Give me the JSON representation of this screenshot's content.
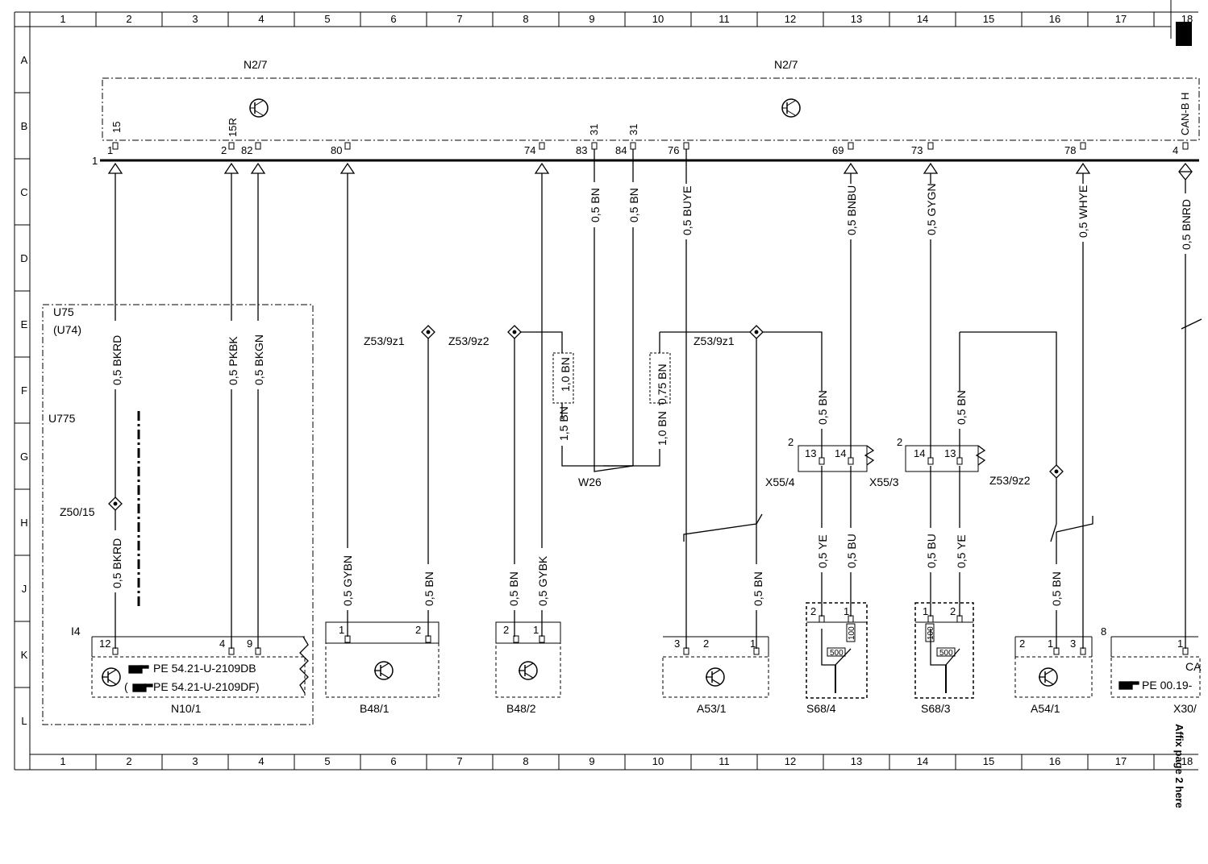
{
  "diagram": {
    "columns": [
      "1",
      "2",
      "3",
      "4",
      "5",
      "6",
      "7",
      "8",
      "9",
      "10",
      "11",
      "12",
      "13",
      "14",
      "15",
      "16",
      "17",
      "18"
    ],
    "rows": [
      "A",
      "B",
      "C",
      "D",
      "E",
      "F",
      "G",
      "H",
      "J",
      "K",
      "L"
    ],
    "control_unit": {
      "label_left": "N2/7",
      "label_right": "N2/7",
      "bus_start_pin": "1"
    },
    "top_pins": [
      {
        "num": "1",
        "name": "15"
      },
      {
        "num": "2",
        "name": "15R"
      },
      {
        "num": "82",
        "name": ""
      },
      {
        "num": "80",
        "name": ""
      },
      {
        "num": "74",
        "name": ""
      },
      {
        "num": "83",
        "name": "31"
      },
      {
        "num": "84",
        "name": "31"
      },
      {
        "num": "76",
        "name": ""
      },
      {
        "num": "69",
        "name": ""
      },
      {
        "num": "73",
        "name": ""
      },
      {
        "num": "78",
        "name": ""
      },
      {
        "num": "4",
        "name": "CAN-B H"
      }
    ],
    "wires": [
      "0,5 BKRD",
      "0,5 PKBK",
      "0,5 BKGN",
      "0,5 GYBN",
      "0,5 BN",
      "0,5 GYBK",
      "0,5 BN",
      "0,5 BN",
      "0,5 BUYE",
      "0,5 BNBU",
      "0,5 GYGN",
      "0,5 WHYE",
      "0,5 BNRD",
      "0,5 BKRD",
      "1,5 BN",
      "1,0 BN",
      "0,75 BN",
      "1,0 BN",
      "0,5 BN",
      "0,5 BN",
      "0,5 BN",
      "0,5 BN",
      "0,5 BN",
      "0,5 YE",
      "0,5 BU",
      "0,5 BU",
      "0,5 YE",
      "0,5 BN"
    ],
    "nodes": {
      "u75": "U75",
      "u74": "(U74)",
      "u775": "U775",
      "z50_15": "Z50/15",
      "z53_9z1_a": "Z53/9z1",
      "z53_9z2_a": "Z53/9z2",
      "z53_9z1_b": "Z53/9z1",
      "z53_9z2_b": "Z53/9z2",
      "w26": "W26",
      "x55_4": "X55/4",
      "x55_3": "X55/3",
      "i4": "I4"
    },
    "components": {
      "n10_1": {
        "name": "N10/1",
        "ref1": "PE 54.21-U-2109DB",
        "ref2": "PE 54.21-U-2109DF)",
        "ref2_prefix": "(",
        "pins": [
          "12",
          "4",
          "9"
        ]
      },
      "b48_1": {
        "name": "B48/1",
        "pins": [
          "1",
          "2"
        ]
      },
      "b48_2": {
        "name": "B48/2",
        "pins": [
          "2",
          "1"
        ]
      },
      "a53_1": {
        "name": "A53/1",
        "pins": [
          "3",
          "2",
          "1"
        ]
      },
      "s68_4": {
        "name": "S68/4",
        "pins": [
          "2",
          "1"
        ],
        "r1": "100",
        "r2": "500"
      },
      "s68_3": {
        "name": "S68/3",
        "pins": [
          "1",
          "2"
        ],
        "r1": "100",
        "r2": "500"
      },
      "a54_1": {
        "name": "A54/1",
        "pins": [
          "2",
          "1",
          "3"
        ]
      },
      "x30": {
        "name": "X30/",
        "ref": "PE 00.19-",
        "pin_top": "1",
        "pin_left": "8",
        "ca": "CA"
      }
    },
    "connector_pins": {
      "x55_4_a": "13",
      "x55_4_b": "14",
      "x55_4_num": "2",
      "x55_3_a": "14",
      "x55_3_b": "13",
      "x55_3_num": "2"
    },
    "side_note": "Affix page 2 here"
  }
}
